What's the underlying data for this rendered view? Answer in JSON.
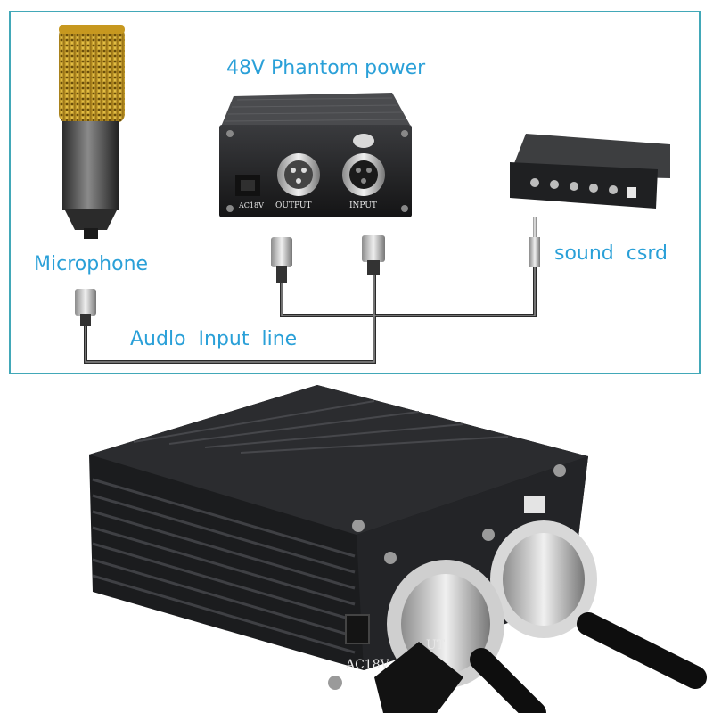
{
  "diagram": {
    "title": "48V Phantom power",
    "labels": {
      "microphone": "Microphone",
      "sound_card": "sound  csrd",
      "audio_line": "Audlo  Input  line"
    },
    "unit_text": {
      "ac": "AC18V",
      "output": "OUTPUT",
      "input": "INPUT"
    }
  },
  "photo": {
    "ac_text": "AC18V",
    "partial_text": "UT"
  },
  "colors": {
    "frame_border": "#42a8b8",
    "label_blue": "#2aa0d8",
    "mic_gold": "#d4a62a",
    "device_black": "#1e1f21"
  }
}
